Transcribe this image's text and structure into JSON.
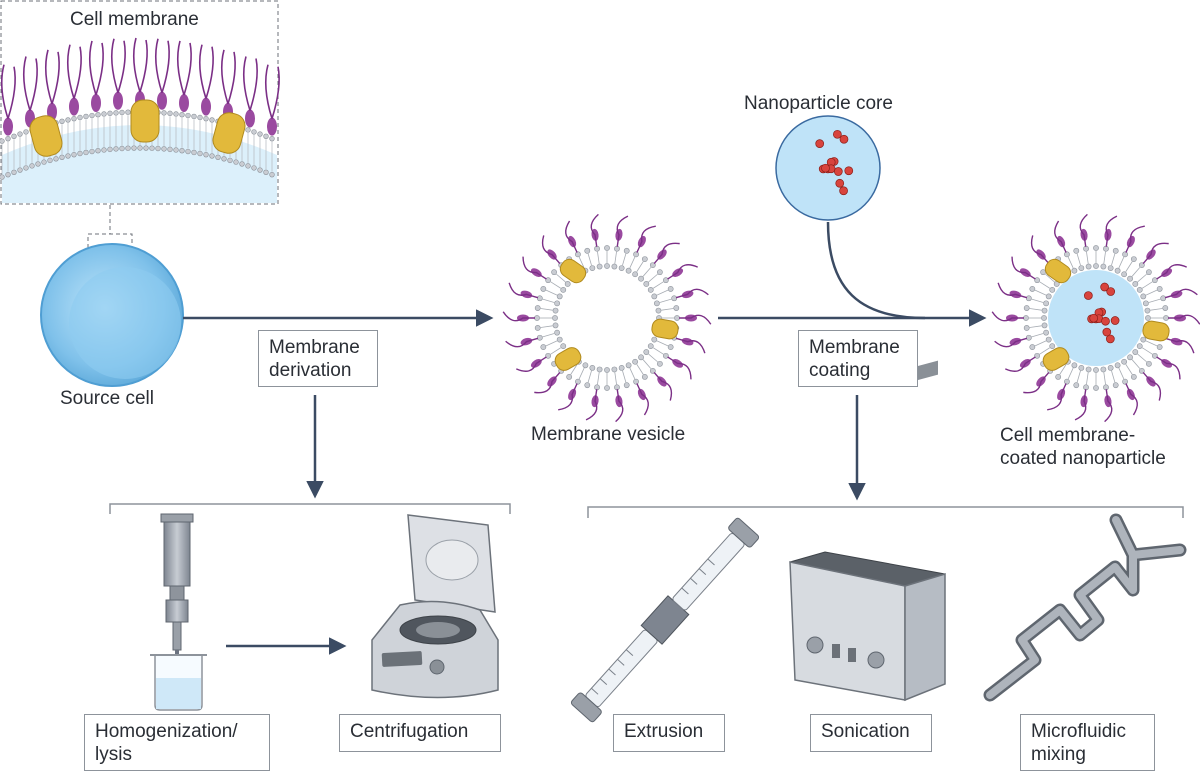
{
  "labels": {
    "cell_membrane": "Cell membrane",
    "source_cell": "Source cell",
    "nanoparticle_core": "Nanoparticle core",
    "membrane_vesicle": "Membrane vesicle",
    "coated_np_line1": "Cell membrane-",
    "coated_np_line2": "coated nanoparticle"
  },
  "steps": {
    "derivation": {
      "line1": "Membrane",
      "line2": "derivation"
    },
    "coating": {
      "line1": "Membrane",
      "line2": "coating"
    }
  },
  "methods": {
    "homogenization": {
      "line1": "Homogenization/",
      "line2": "lysis"
    },
    "centrifugation": {
      "line1": "Centrifugation"
    },
    "extrusion": {
      "line1": "Extrusion"
    },
    "sonication": {
      "line1": "Sonication"
    },
    "microfluidic": {
      "line1": "Microfluidic",
      "line2": "mixing"
    }
  },
  "colors": {
    "lipid_tail": "#7b2f86",
    "lipid_head": "#9a4aa0",
    "protein": "#e2b93b",
    "cell": "#8ccaf0",
    "core": "#bfe3f8",
    "arrow": "#3b4b63",
    "red_dot": "#d8443d"
  }
}
